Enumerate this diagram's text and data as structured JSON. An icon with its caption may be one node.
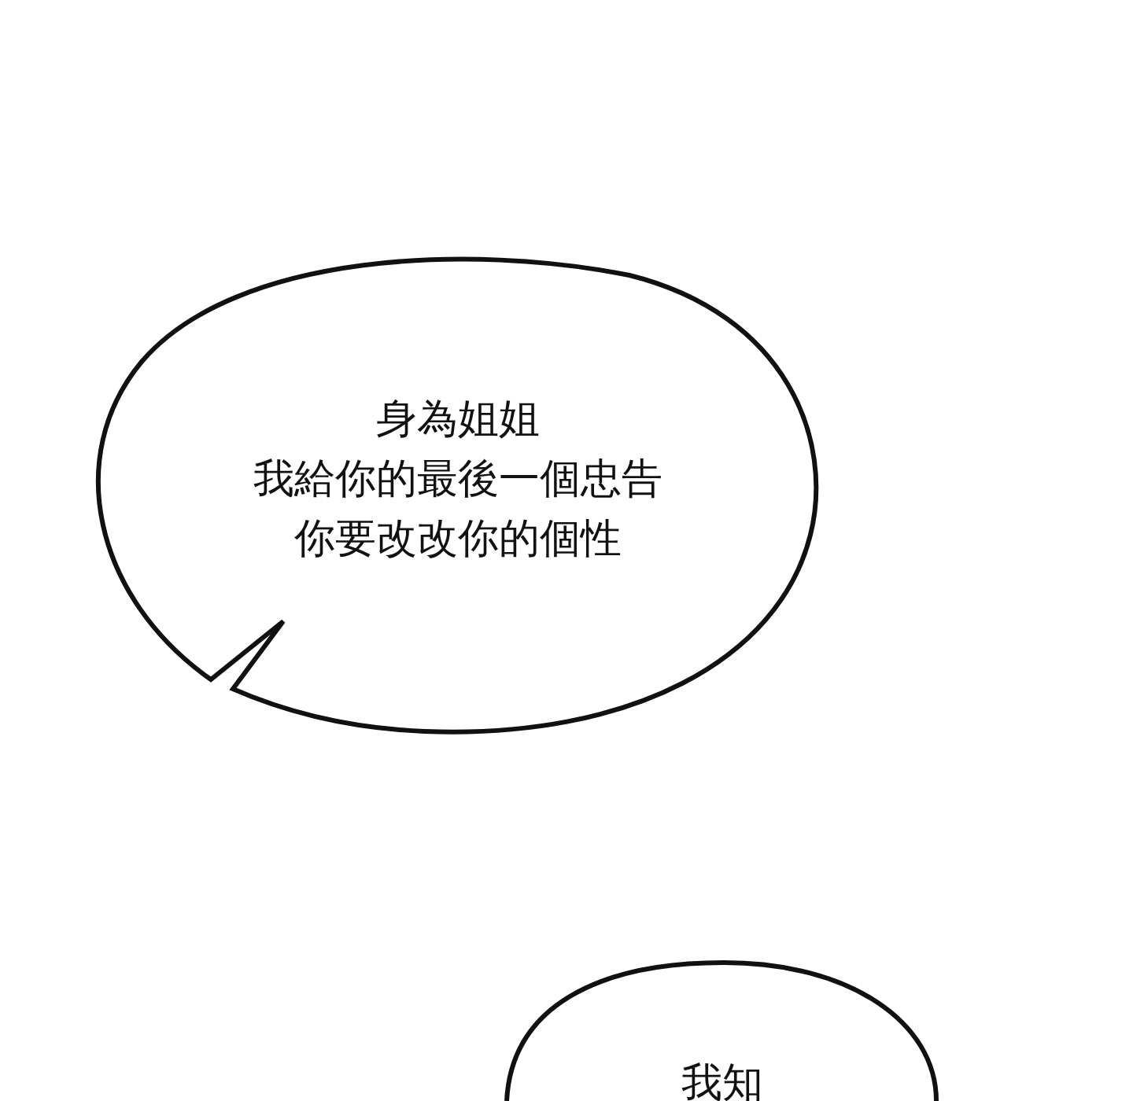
{
  "diagram": {
    "nodes": [
      {
        "text": [
          "身為姐姐",
          "我給你的最後一個忠告",
          "你要改改你的個性"
        ]
      },
      {
        "text": [
          "我知"
        ]
      }
    ]
  }
}
